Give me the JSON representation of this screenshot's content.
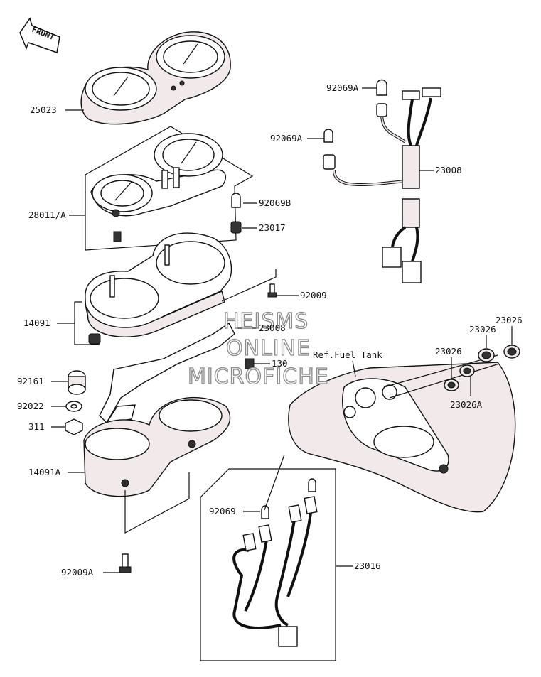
{
  "front_arrow": {
    "text": "FRONT"
  },
  "reference": {
    "text": "Ref.Fuel Tank"
  },
  "watermark": {
    "line1": "HEISMS",
    "line2": "ONLINE",
    "line3": "MICROFICHE"
  },
  "labels": {
    "p25023": "25023",
    "p28011": "28011/A",
    "p92069B": "92069B",
    "p23017": "23017",
    "p92069A_top": "92069A",
    "p92069A_mid": "92069A",
    "p23008_top": "23008",
    "p14091": "14091",
    "p92009": "92009",
    "p23008_mid": "23008",
    "p130": "130",
    "p92161": "92161",
    "p92022": "92022",
    "p311": "311",
    "p14091A": "14091A",
    "p92009A": "92009A",
    "p92069": "92069",
    "p23016": "23016",
    "p23026_a": "23026",
    "p23026_b": "23026",
    "p23026_c": "23026",
    "p23026A": "23026A"
  },
  "colors": {
    "ink": "#111111",
    "tint": "#f1e9ea",
    "watermark": "#8a8a8a"
  }
}
